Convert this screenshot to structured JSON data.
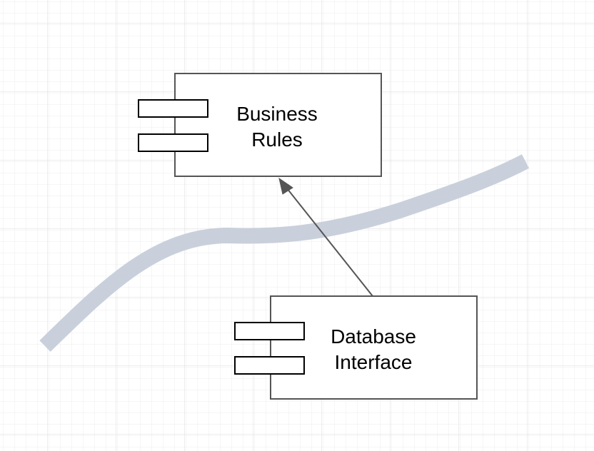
{
  "diagram": {
    "type": "uml-component-diagram",
    "components": [
      {
        "id": "business-rules",
        "lines": [
          "Business",
          "Rules"
        ]
      },
      {
        "id": "database-interface",
        "lines": [
          "Database",
          "Interface"
        ]
      }
    ],
    "connections": [
      {
        "from": "database-interface",
        "to": "business-rules",
        "arrow": "filled-triangle"
      }
    ],
    "boundary": {
      "description": "layer boundary curve"
    }
  },
  "colors": {
    "background": "#ffffff",
    "grid": "#e6e6e6",
    "grid_major": "#dcdcdc",
    "component_stroke": "#555555",
    "boundary": "#c9d0dc",
    "arrow": "#555555"
  }
}
